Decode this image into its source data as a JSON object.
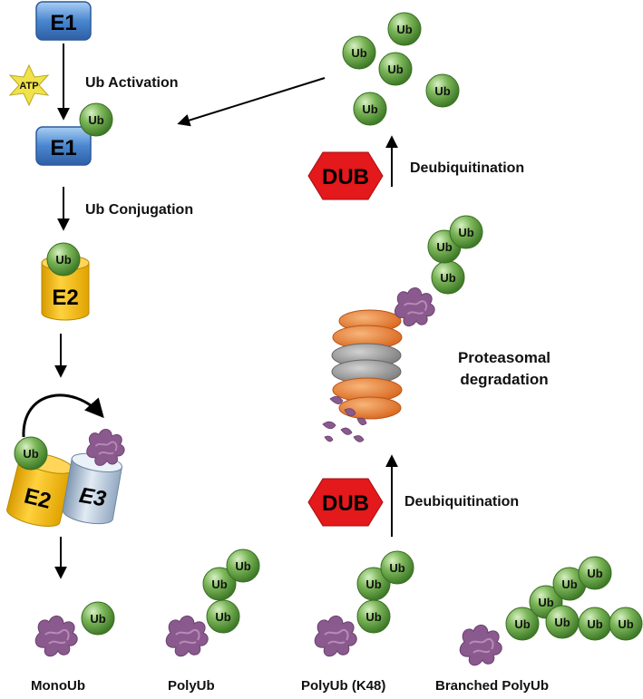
{
  "labels": {
    "e1_top": "E1",
    "e1_mid": "E1",
    "e2_top": "E2",
    "e2_bottom": "E2",
    "e3": "E3",
    "atp": "ATP",
    "ub": "Ub",
    "ub_activation": "Ub Activation",
    "ub_conjugation": "Ub Conjugation",
    "deubiq_top": "Deubiquitination",
    "deubiq_bottom": "Deubiquitination",
    "dub_top": "DUB",
    "dub_bottom": "DUB",
    "proteasomal_1": "Proteasomal",
    "proteasomal_2": "degradation",
    "mono": "MonoUb",
    "poly": "PolyUb",
    "polyk48": "PolyUb (K48)",
    "branched": "Branched PolyUb"
  },
  "colors": {
    "ub_green": "#6fa84a",
    "e1_blue": "#4a86d0",
    "e2_orange": "#f2b400",
    "e3_gray": "#a9bdd2",
    "dub_red": "#e3191c",
    "protein_purple": "#8a5a8e",
    "atp_yellow": "#f2e24a",
    "proteasome_orange": "#e57b2e",
    "proteasome_gray": "#8d8d8d"
  }
}
